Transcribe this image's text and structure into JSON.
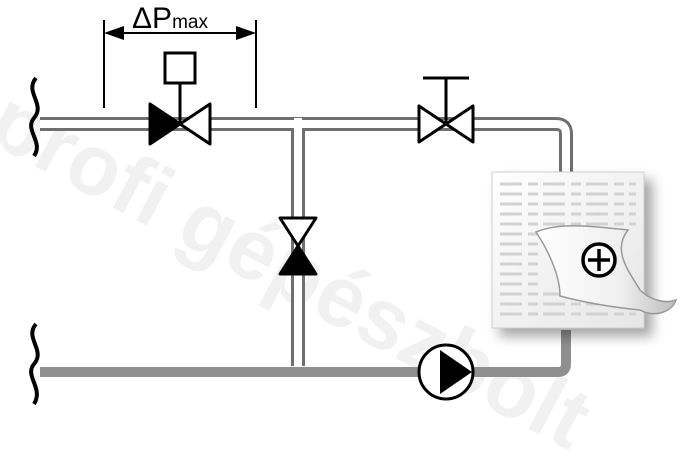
{
  "diagram": {
    "label_symbol": "ΔP",
    "label_subscript": "max",
    "watermark_text": "profi gépészbolt",
    "heater_symbol": "⊕"
  },
  "colors": {
    "pipe_outline": "#6f6f6f",
    "pipe_fill": "#ffffff",
    "return_pipe": "#8f8f8f",
    "symbol": "#000000",
    "radiator_shadow": "#b9b9b9"
  }
}
